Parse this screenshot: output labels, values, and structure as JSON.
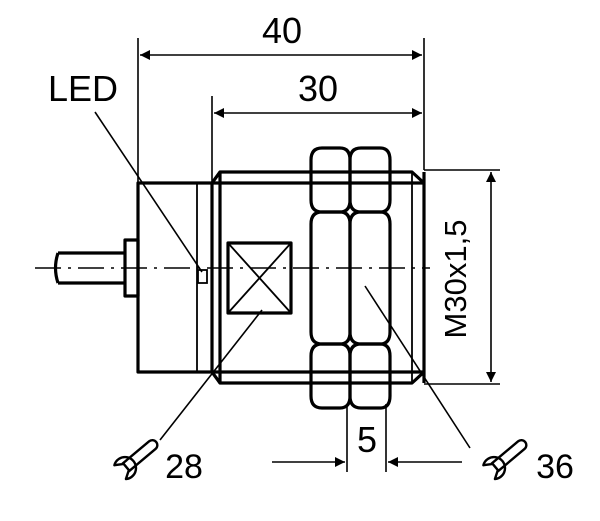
{
  "dimensions": {
    "overall_length": "40",
    "thread_length": "30",
    "thread_spec": "M30x1,5",
    "nut_thickness": "5"
  },
  "labels": {
    "led": "LED"
  },
  "wrench_sizes": {
    "housing": "28",
    "nut": "36"
  },
  "icons": [
    "wrench-icon"
  ]
}
